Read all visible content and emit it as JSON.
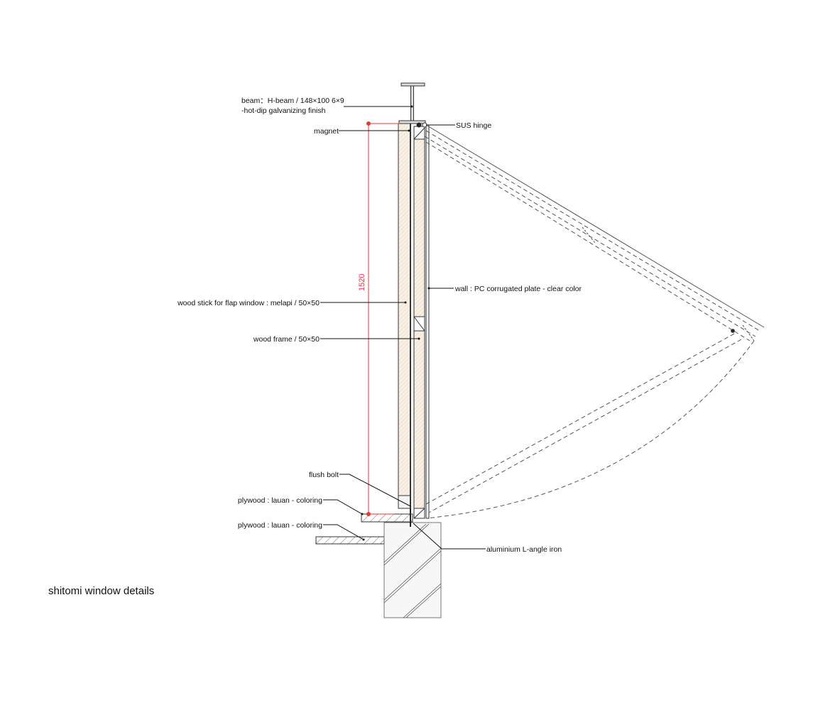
{
  "title": "shitomi window details",
  "dimension": "1520",
  "labels": {
    "beam_line1": "beam：H-beam / 148×100 6×9",
    "beam_line2": "-hot-dip galvanizing finish",
    "magnet": "magnet",
    "hinge": "SUS hinge",
    "wall": "wall : PC corrugated plate - clear color",
    "wood_stick": "wood stick for flap window : melapi / 50×50",
    "wood_frame": "wood frame / 50×50",
    "flush_bolt": "flush bolt",
    "plywood_upper": "plywood : lauan - coloring",
    "plywood_lower": "plywood : lauan - coloring",
    "angle": "aluminium L-angle iron"
  },
  "colors": {
    "dimension": "#e53935",
    "wood": "#f7efe4",
    "line": "#222222"
  }
}
